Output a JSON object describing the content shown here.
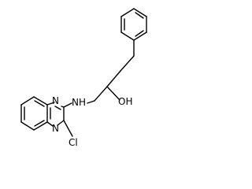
{
  "molecule": {
    "atoms": {
      "nitrogen_top": "N",
      "nitrogen_bottom": "N",
      "amine": "NH",
      "hydroxyl": "OH",
      "chloro": "Cl"
    }
  }
}
